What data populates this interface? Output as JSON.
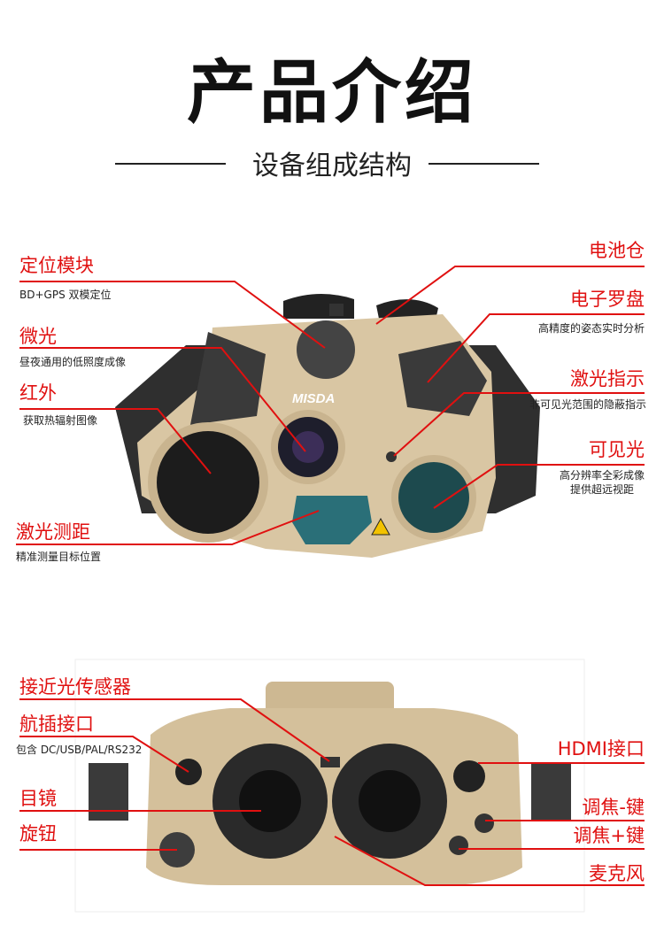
{
  "header": {
    "title": "产品介绍",
    "subtitle": "设备组成结构"
  },
  "device_brand": "MISDA",
  "front_view": {
    "left": [
      {
        "label": "定位模块",
        "desc": "BD+GPS 双模定位"
      },
      {
        "label": "微光",
        "desc": "昼夜通用的低照度成像"
      },
      {
        "label": "红外",
        "desc": "获取热辐射图像"
      },
      {
        "label": "激光测距",
        "desc": "精准测量目标位置"
      }
    ],
    "right": [
      {
        "label": "电池仓",
        "desc": ""
      },
      {
        "label": "电子罗盘",
        "desc": "高精度的姿态实时分析"
      },
      {
        "label": "激光指示",
        "desc": "非可见光范围的隐蔽指示"
      },
      {
        "label": "可见光",
        "desc": "高分辨率全彩成像",
        "desc2": "提供超远视距"
      }
    ]
  },
  "rear_view": {
    "left": [
      {
        "label": "接近光传感器",
        "desc": ""
      },
      {
        "label": "航插接口",
        "desc": "包含 DC/USB/PAL/RS232"
      },
      {
        "label": "目镜",
        "desc": ""
      },
      {
        "label": "旋钮",
        "desc": ""
      }
    ],
    "right": [
      {
        "label": "HDMI接口"
      },
      {
        "label": "调焦-键"
      },
      {
        "label": "调焦+键"
      },
      {
        "label": "麦克风"
      }
    ]
  },
  "colors": {
    "accent": "#e01010",
    "body": "#d8c4a0",
    "dark": "#2e2e2e"
  }
}
